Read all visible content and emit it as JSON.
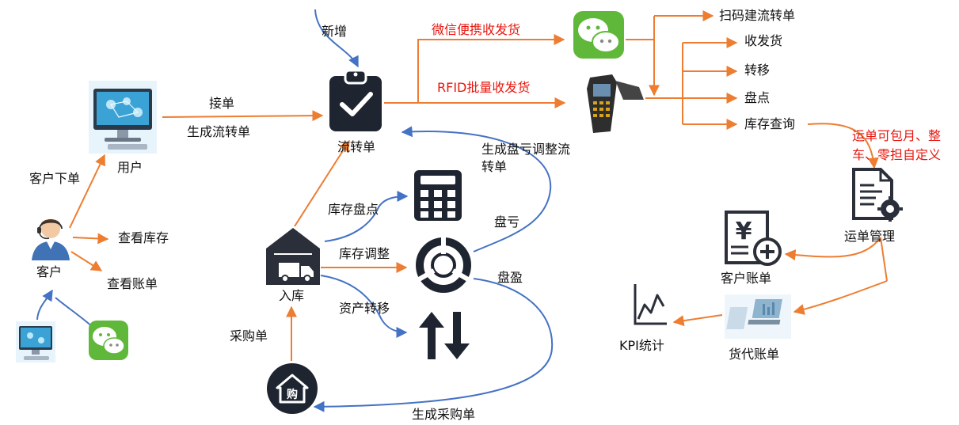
{
  "colors": {
    "orange": "#ed7d31",
    "blue": "#4472c4",
    "red": "#e8170f",
    "icon_dark": "#1f2530",
    "wechat_green": "#5fb83a"
  },
  "labels": {
    "add": "新增",
    "wechat_ship": "微信便携收发货",
    "rfid_ship": "RFID批量收发货",
    "scan_create": "扫码建流转单",
    "send_receive": "收发货",
    "transfer": "转移",
    "stocktake": "盘点",
    "inventory_query": "库存查询",
    "waybill_note": "运单可包月、整车、零担自定义",
    "accept_order": "接单",
    "create_flow_order": "生成流转单",
    "flow_order": "流转单",
    "user": "用户",
    "customer_order": "客户下单",
    "view_inventory": "查看库存",
    "customer": "客户",
    "view_bill": "查看账单",
    "stock_count": "库存盘点",
    "loss_adjust": "生成盘亏调整流转单",
    "loss": "盘亏",
    "stock_adjust": "库存调整",
    "gain": "盘盈",
    "asset_transfer": "资产转移",
    "inbound": "入库",
    "purchase_order": "采购单",
    "create_purchase": "生成采购单",
    "waybill_mgmt": "运单管理",
    "customer_bill": "客户账单",
    "agency_bill": "货代账单",
    "kpi": "KPI统计"
  },
  "icons": [
    "clipboard-check-icon",
    "computer-user-icon",
    "customer-service-icon",
    "computer-small-icon",
    "wechat-icon",
    "wechat-small-icon",
    "barcode-scanner-icon",
    "calculator-icon",
    "adjust-ring-icon",
    "transfer-arrows-icon",
    "warehouse-truck-icon",
    "purchase-house-icon",
    "document-gear-icon",
    "invoice-plus-icon",
    "finance-laptop-icon",
    "kpi-chart-icon"
  ]
}
